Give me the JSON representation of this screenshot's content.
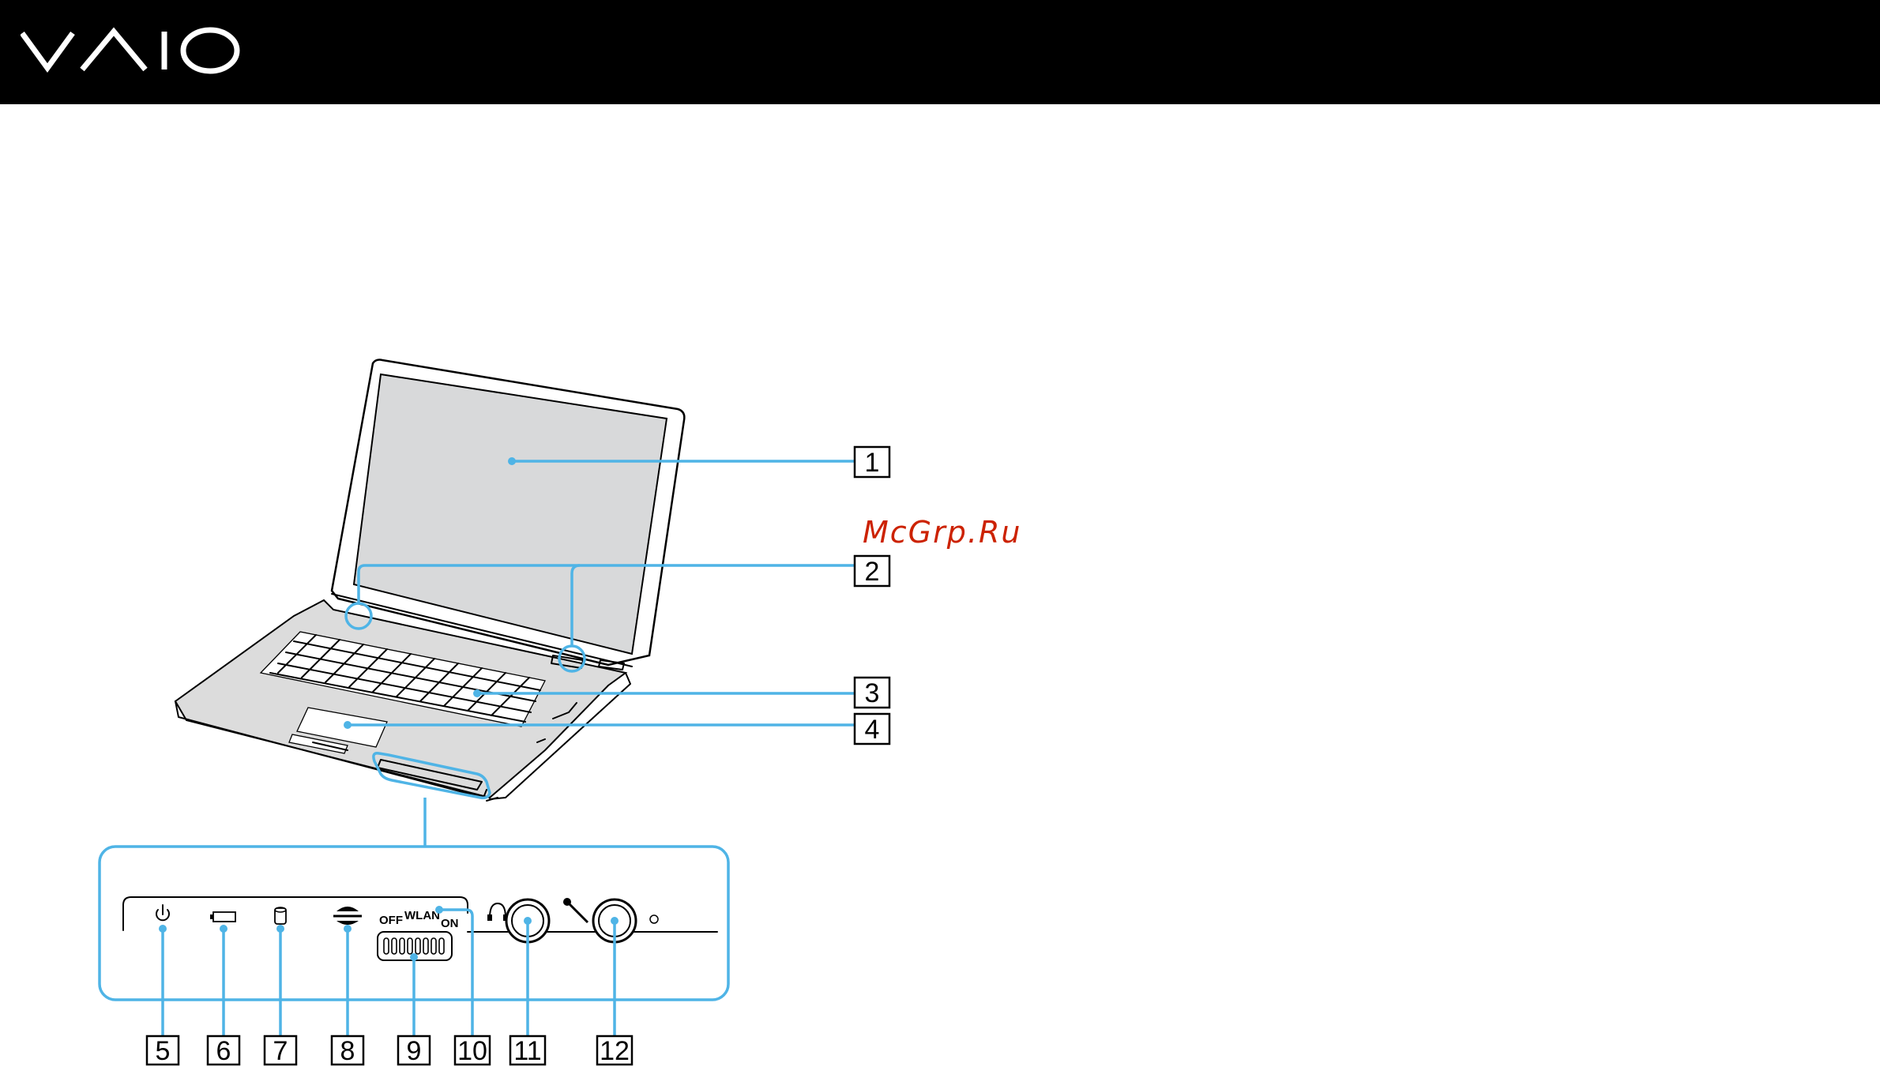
{
  "header": {
    "brand": "VAIO",
    "brand_color": "#ffffff",
    "background": "#000000"
  },
  "watermark": {
    "text": "McGrp.Ru",
    "color": "#cc2200"
  },
  "diagram": {
    "accent_color": "#4fb4e6",
    "callouts": [
      "1",
      "2",
      "3",
      "4",
      "5",
      "6",
      "7",
      "8",
      "9",
      "10",
      "11",
      "12"
    ],
    "panel_labels": {
      "off": "OFF",
      "wlan": "WLAN",
      "on": "ON"
    },
    "indicator_icons": [
      "power-icon",
      "battery-icon",
      "hard-disk-icon",
      "memory-stick-icon",
      "wireless-switch",
      "wlan-indicator",
      "headphones-icon",
      "microphone-icon"
    ]
  }
}
